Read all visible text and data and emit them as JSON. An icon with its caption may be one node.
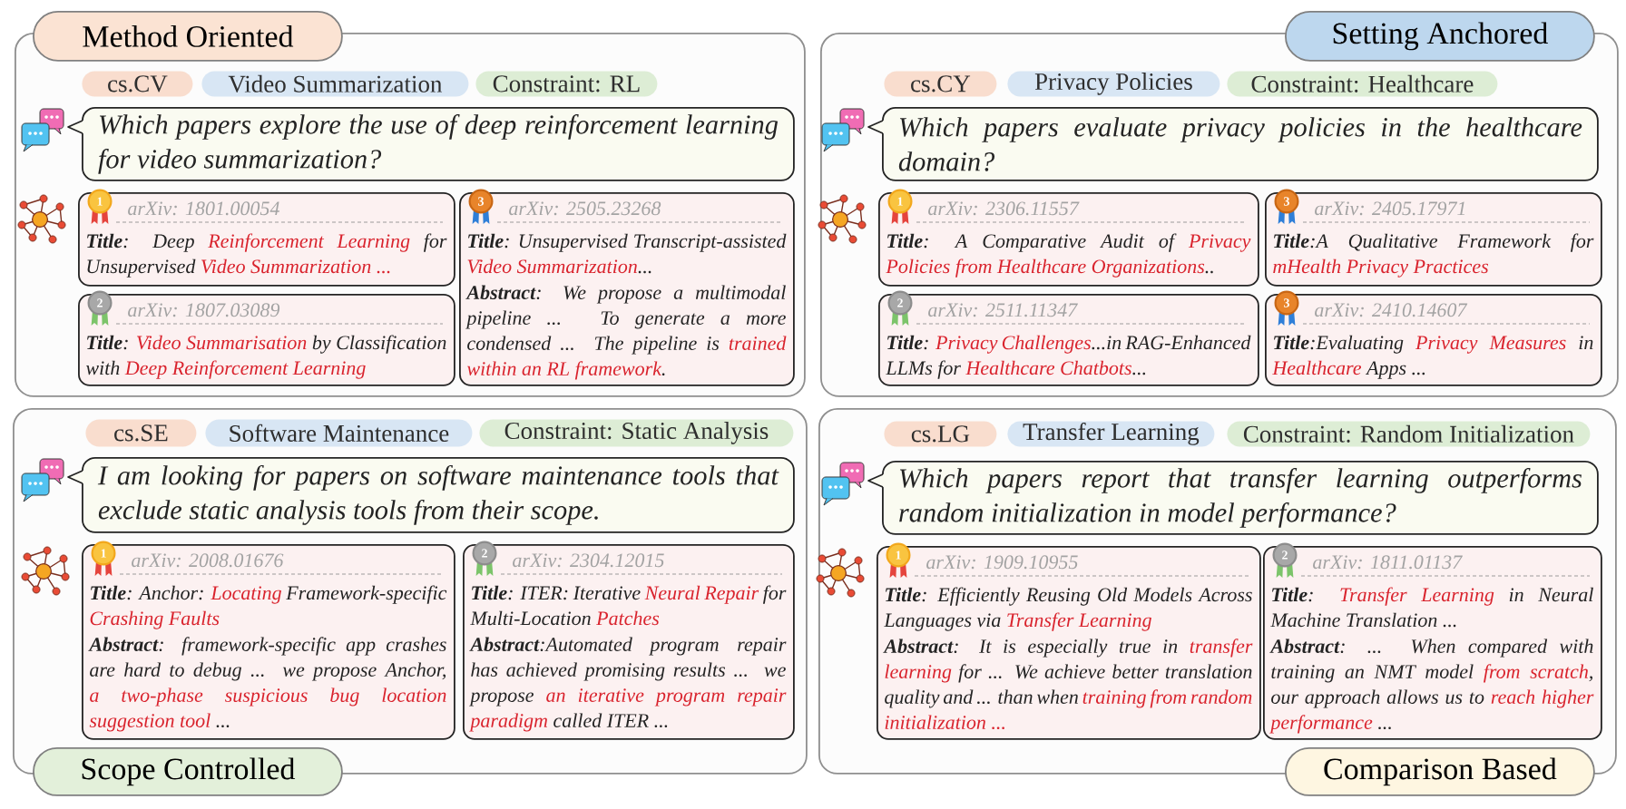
{
  "diagram": {
    "nodes": [
      {
        "text": [
          "Method Oriented"
        ]
      },
      {
        "text": [
          "cs.CV"
        ],
        "in": 0
      },
      {
        "text": [
          "Video Summarization"
        ],
        "in": 0
      },
      {
        "text": [
          "Constraint: RL"
        ],
        "in": 0
      },
      {
        "text": [
          "Which papers explore the use of deep reinforcement learning for video summarization?"
        ],
        "in": 0
      },
      {
        "text": [
          "1",
          "arXiv: 1801.00054",
          "**Title**: Deep *Reinforcement Learning* for Unsupervised *Video Summarization ...*"
        ],
        "in": 0
      },
      {
        "text": [
          "2",
          "arXiv: 1807.03089",
          "**Title**: *Video Summarisation* by Classification with *Deep Reinforcement Learning*"
        ],
        "in": 0
      },
      {
        "text": [
          "3",
          "arXiv: 2505.23268",
          "**Title**: Unsupervised Transcript-assisted *Video Summarization*...",
          "**Abstract**: We propose a multimodal pipeline ... To generate a more condensed ... The pipeline is *trained within an RL framework*."
        ],
        "in": 0
      },
      {
        "text": [
          "Setting Anchored"
        ]
      },
      {
        "text": [
          "cs.CY"
        ],
        "in": 8
      },
      {
        "text": [
          "Privacy Policies"
        ],
        "in": 8
      },
      {
        "text": [
          "Constraint: Healthcare"
        ],
        "in": 8
      },
      {
        "text": [
          "Which papers evaluate privacy policies in the healthcare domain?"
        ],
        "in": 8
      },
      {
        "text": [
          "1",
          "arXiv: 2306.11557",
          "**Title**: A Comparative Audit of *Privacy Policies from Healthcare Organizations*.."
        ],
        "in": 8
      },
      {
        "text": [
          "2",
          "arXiv: 2511.11347",
          "**Title**: *Privacy Challenges*...in RAG-Enhanced LLMs for *Healthcare Chatbots*..."
        ],
        "in": 8
      },
      {
        "text": [
          "3",
          "arXiv: 2405.17971",
          "**Title**:A Qualitative Framework for *mHealth Privacy Practices*"
        ],
        "in": 8
      },
      {
        "text": [
          "3",
          "arXiv: 2410.14607",
          "**Title**:Evaluating *Privacy Measures* in *Healthcare* Apps ..."
        ],
        "in": 8
      },
      {
        "text": [
          "Scope Controlled"
        ]
      },
      {
        "text": [
          "cs.SE"
        ],
        "in": 17
      },
      {
        "text": [
          "Software Maintenance"
        ],
        "in": 17
      },
      {
        "text": [
          "Constraint: Static Analysis"
        ],
        "in": 17
      },
      {
        "text": [
          "I am looking for papers on software maintenance tools that exclude static analysis tools from their scope."
        ],
        "in": 17
      },
      {
        "text": [
          "1",
          "arXiv: 2008.01676",
          "**Title**: Anchor: *Locating* Framework-specific *Crashing Faults*",
          "**Abstract**: framework-specific app crashes are hard to debug ... we propose Anchor, *a two-phase suspicious bug location suggestion tool* ..."
        ],
        "in": 17
      },
      {
        "text": [
          "2",
          "arXiv: 2304.12015",
          "**Title**: ITER: Iterative *Neural Repair* for Multi-Location *Patches*",
          "**Abstract**:Automated program repair has achieved promising results ... we propose *an iterative program repair paradigm* called ITER ..."
        ],
        "in": 17
      },
      {
        "text": [
          "Comparison Based"
        ]
      },
      {
        "text": [
          "cs.LG"
        ],
        "in": 24
      },
      {
        "text": [
          "Transfer Learning"
        ],
        "in": 24
      },
      {
        "text": [
          "Constraint: Random Initialization"
        ],
        "in": 24
      },
      {
        "text": [
          "Which papers report that transfer learning outperforms random initialization in model performance?"
        ],
        "in": 24
      },
      {
        "text": [
          "1",
          "arXiv: 1909.10955",
          "**Title**: Efficiently Reusing Old Models Across Languages via *Transfer Learning*",
          "**Abstract**: It is especially true in *transfer learning* for ... We achieve better translation quality and ... than when *training from random initialization ...*"
        ],
        "in": 24
      },
      {
        "text": [
          "2",
          "arXiv: 1811.01137",
          "**Title**: *Transfer Learning* in Neural Machine Translation ...",
          "**Abstract**: ... When compared with training an NMT model *from scratch*, our approach allows us to *reach higher performance* ..."
        ],
        "in": 24
      }
    ]
  }
}
